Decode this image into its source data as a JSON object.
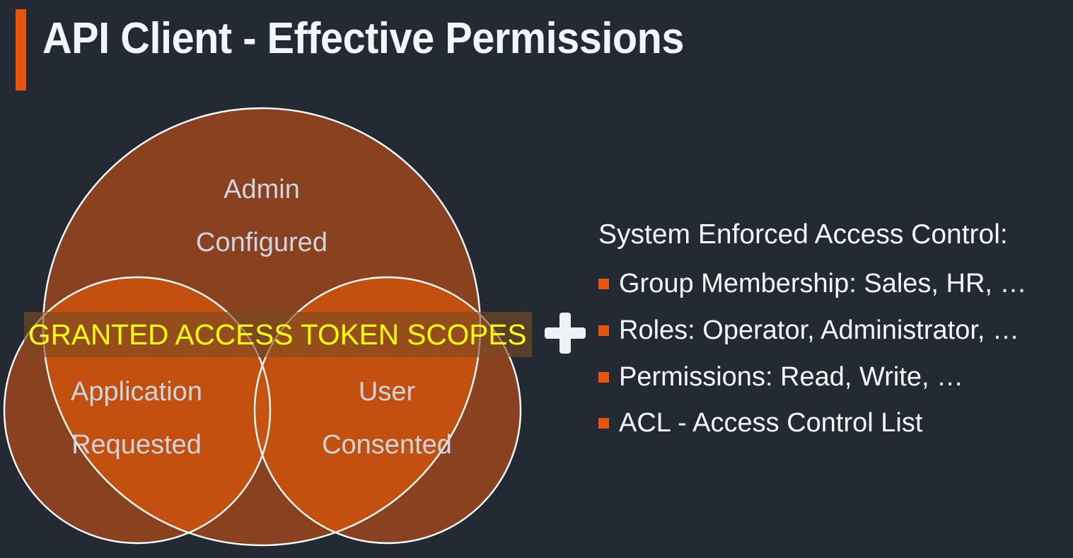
{
  "slide": {
    "title": "API Client - Effective Permissions",
    "background_color": "#232a33",
    "accent_color": "#e8540c",
    "title_color": "#f2f5f9"
  },
  "venn": {
    "circle_fill_color": "#8a4120",
    "circle_stroke_color": "#ffffff",
    "label_color": "#cdd5de",
    "circles": [
      {
        "id": "admin",
        "line1": "Admin",
        "line2": "Configured"
      },
      {
        "id": "application",
        "line1": "Application",
        "line2": "Requested"
      },
      {
        "id": "user",
        "line1": "User",
        "line2": "Consented"
      }
    ]
  },
  "granted_banner": {
    "text": "GRANTED ACCESS TOKEN SCOPES",
    "text_color": "#ffff00",
    "background_color": "rgba(120, 76, 36, 0.62)"
  },
  "operator": {
    "symbol": "+",
    "name": "plus"
  },
  "right_column": {
    "heading": "System Enforced Access Control:",
    "bullet_color": "#e8540c",
    "text_color": "#f4f6f9",
    "bullets": [
      {
        "label": "Group Membership: Sales, HR, …"
      },
      {
        "label": "Roles: Operator, Administrator, …"
      },
      {
        "label": "Permissions: Read, Write, …"
      },
      {
        "label": "ACL - Access Control List"
      }
    ]
  }
}
